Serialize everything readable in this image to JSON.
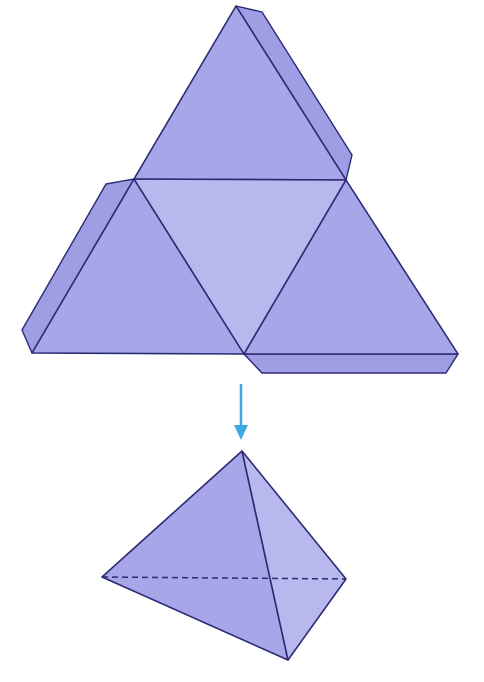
{
  "diagram": {
    "colors": {
      "face_fill": "#a7a6e8",
      "face_fill_light": "#b9b8ee",
      "tab_fill": "#9f9ee4",
      "edge": "#2c2a72",
      "arrow": "#3fa9e8",
      "background": "#ffffff"
    },
    "net": {
      "faces": 4,
      "glue_tabs": 3
    },
    "arrow": {
      "direction": "down"
    },
    "solid": {
      "type": "triangular-pyramid",
      "hidden_edges": 1
    }
  }
}
